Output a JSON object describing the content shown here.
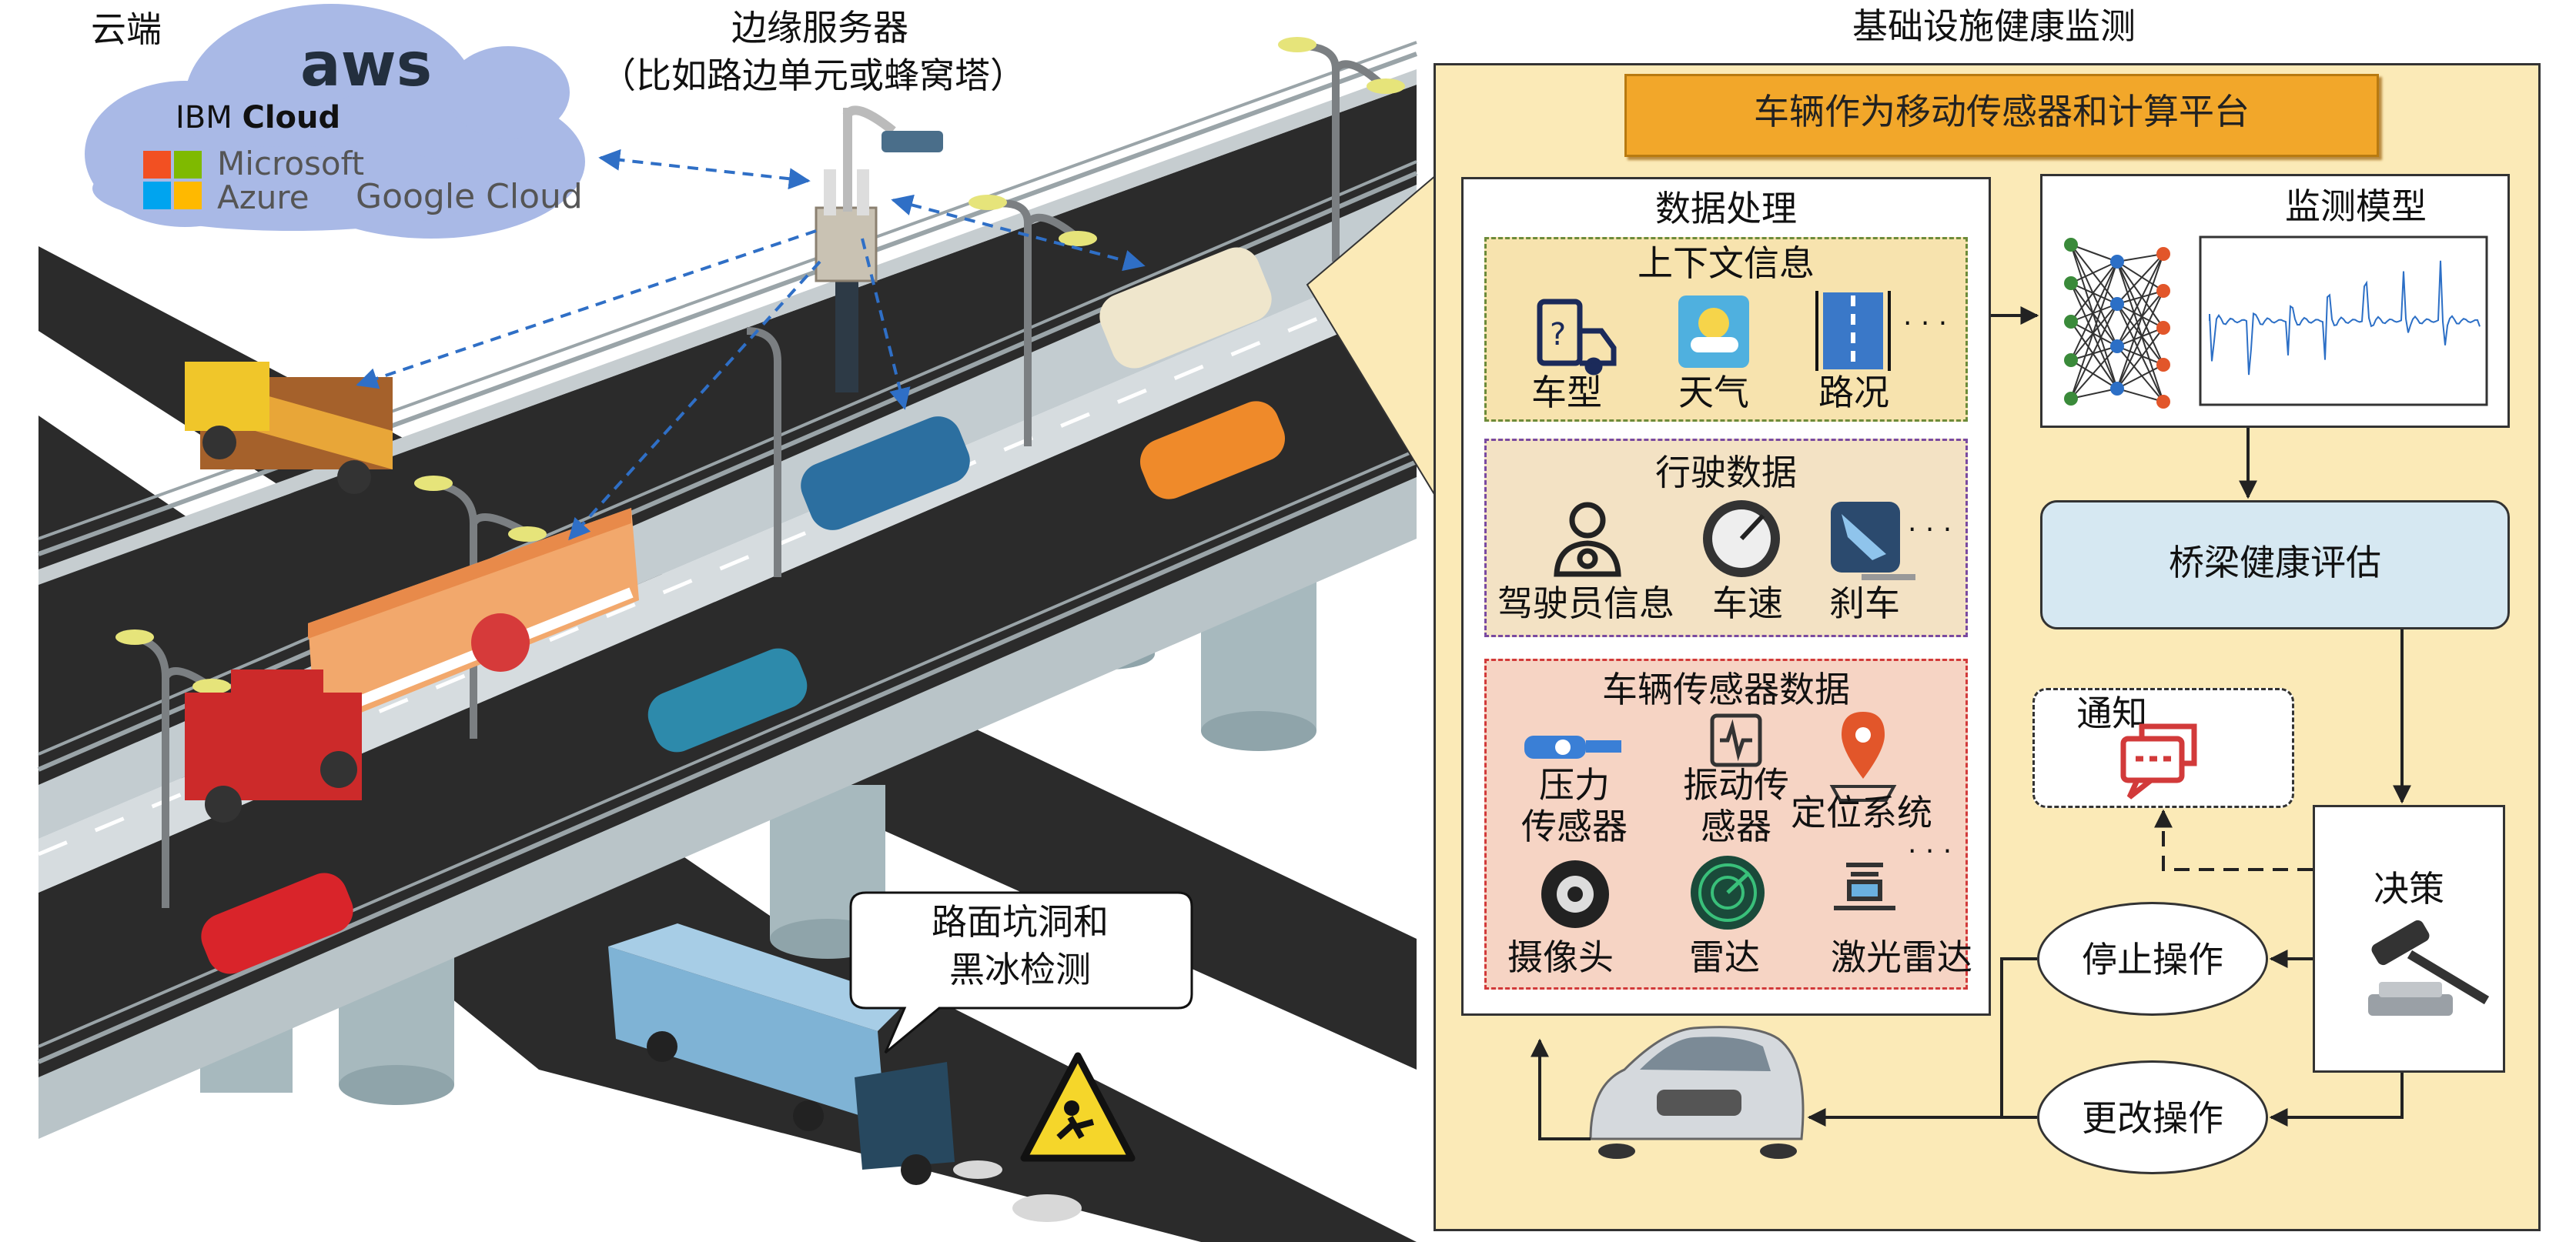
{
  "cloud": {
    "title": "云端",
    "providers": {
      "aws": "aws",
      "ibm_prefix": "IBM",
      "ibm_suffix": "Cloud",
      "microsoft": "Microsoft",
      "azure": "Azure",
      "google": "Google Cloud"
    }
  },
  "edge_server": {
    "title": "边缘服务器",
    "subtitle": "（比如路边单元或蜂窝塔）"
  },
  "callout": {
    "line1": "路面坑洞和",
    "line2": "黑冰检测"
  },
  "monitoring": {
    "title": "基础设施健康监测",
    "banner": "车辆作为移动传感器和计算平台",
    "data_processing": {
      "title": "数据处理",
      "context": {
        "title": "上下文信息",
        "items": [
          "车型",
          "天气",
          "路况"
        ],
        "more": "· · ·"
      },
      "driving": {
        "title": "行驶数据",
        "items": [
          "驾驶员信息",
          "车速",
          "刹车"
        ],
        "more": "· · ·"
      },
      "sensors": {
        "title": "车辆传感器数据",
        "row1": {
          "pressure_l1": "压力",
          "pressure_l2": "传感器",
          "vibration_l1": "振动传",
          "vibration_l2": "感器",
          "positioning": "定位系统"
        },
        "row2": [
          "摄像头",
          "雷达",
          "激光雷达"
        ],
        "more": "· · ·"
      }
    },
    "model": {
      "title": "监测模型"
    },
    "assessment": "桥梁健康评估",
    "notification": "通知",
    "decision": "决策",
    "stop": "停止操作",
    "change": "更改操作"
  },
  "colors": {
    "panel_bg": "#fbeab7",
    "banner": "#f2a72a",
    "context_bg": "#f7e3ae",
    "context_border": "#6d8b3a",
    "driving_bg": "#f3e2c4",
    "driving_border": "#7a4aa0",
    "sensor_bg": "#f6d4c4",
    "sensor_border": "#d23a3a",
    "assessment_bg": "#d6e8f2",
    "road": "#2a2a2a",
    "cloud": "#a9b9e6"
  }
}
